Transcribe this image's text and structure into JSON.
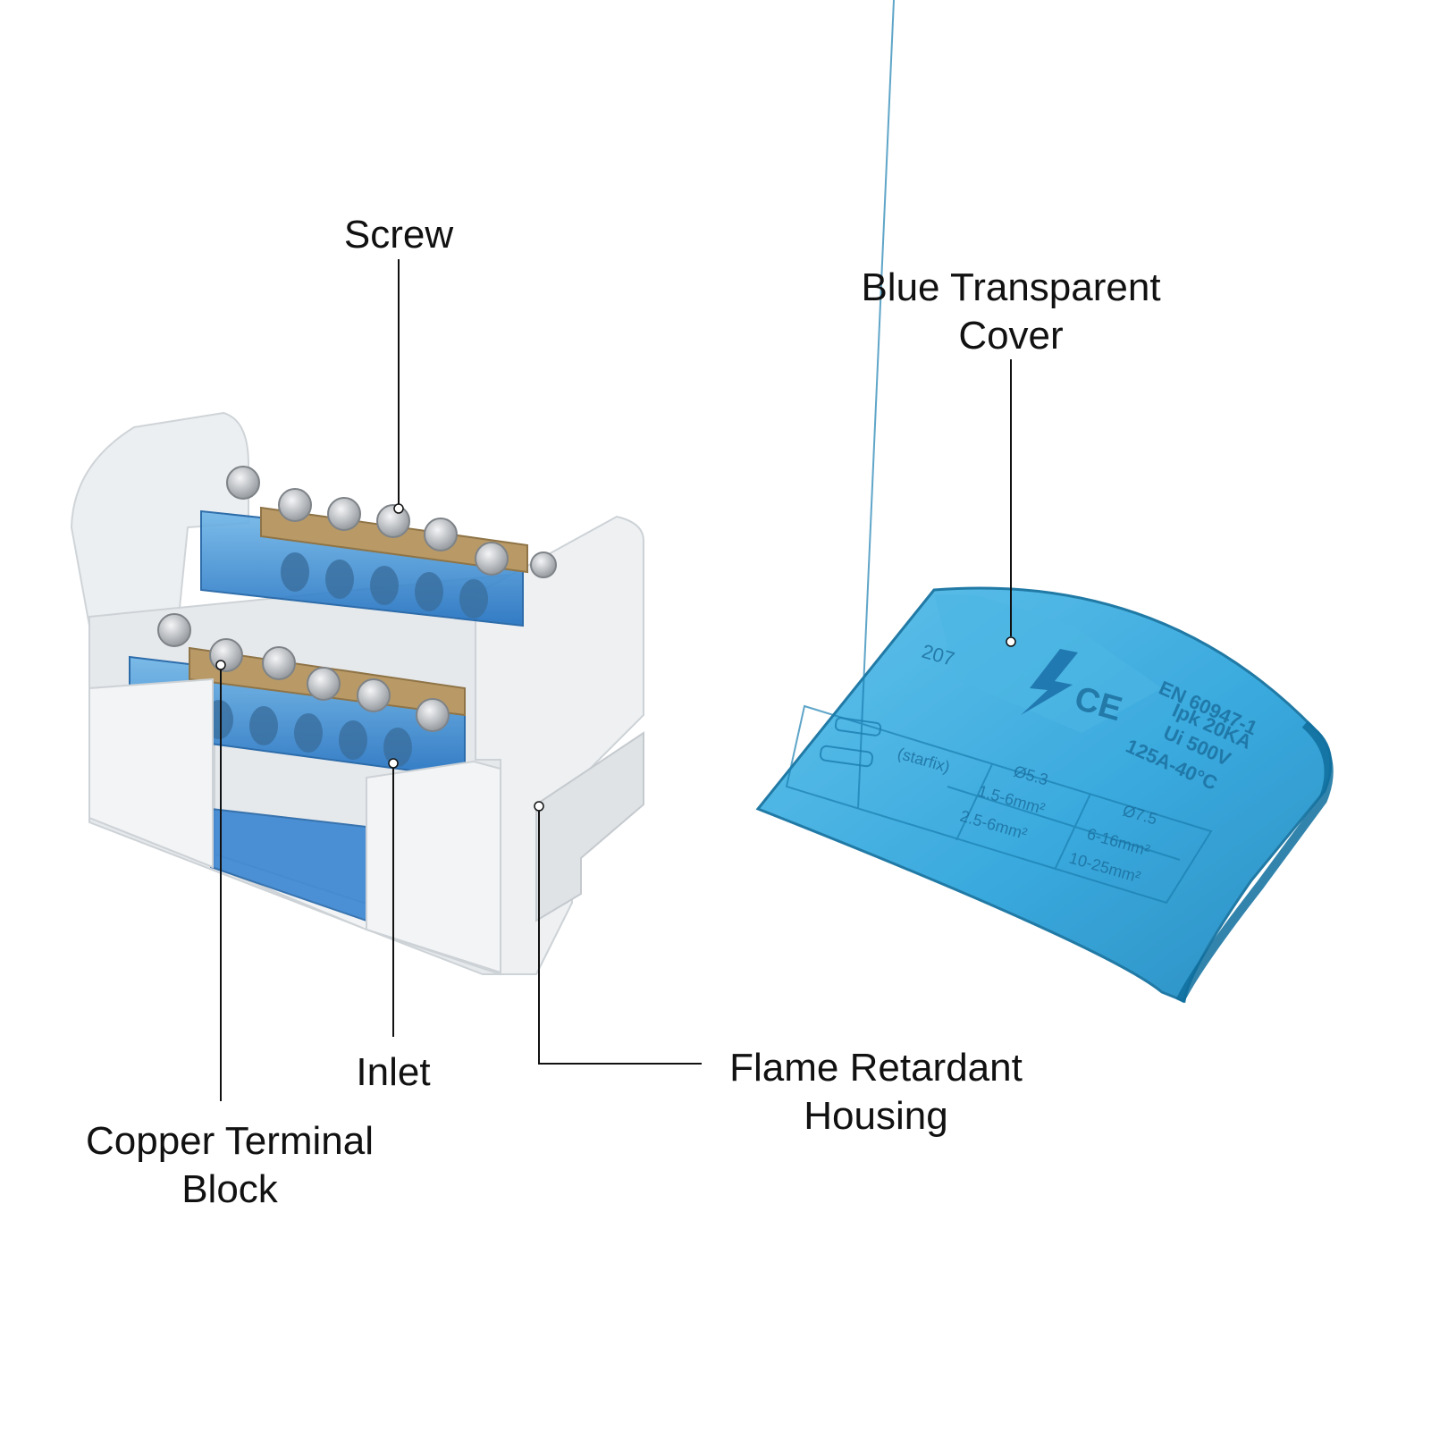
{
  "labels": {
    "screw": "Screw",
    "cover_line1": "Blue Transparent",
    "cover_line2": "Cover",
    "inlet": "Inlet",
    "copper_line1": "Copper Terminal",
    "copper_line2": "Block",
    "housing_line1": "Flame Retardant",
    "housing_line2": "Housing"
  },
  "cover_print": {
    "number": "207",
    "ce_mark": "CE",
    "standard": "EN 60947-1",
    "ipk": "Ipk 20KA",
    "ui": "Ui 500V",
    "rating": "125A-40°C",
    "starfix": "(starfix)",
    "dia_small": "Ø5.3",
    "dia_large": "Ø7.5",
    "range_small_1": "1.5-6mm²",
    "range_small_2": "2.5-6mm²",
    "range_large_1": "6-16mm²",
    "range_large_2": "10-25mm²"
  },
  "colors": {
    "background": "#ffffff",
    "housing": "#e9ecee",
    "housing_shade": "#cfd4d8",
    "cover_blue": "#2aa3dc",
    "cover_blue_dark": "#0f6f9e",
    "copper": "#b99a66",
    "screw": "#c9ccd0",
    "leader_line": "#111111"
  }
}
